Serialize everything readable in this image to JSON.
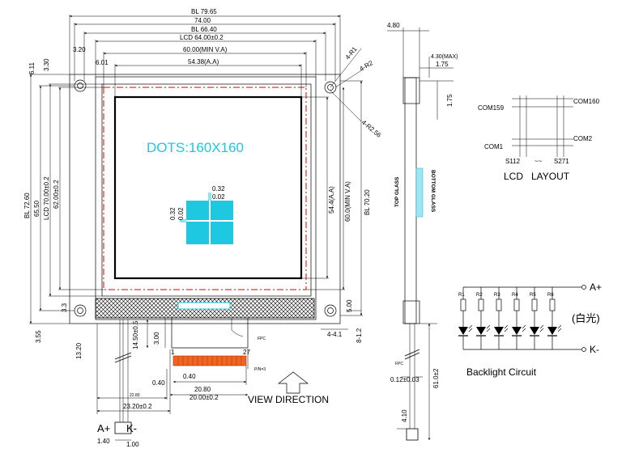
{
  "front": {
    "dims_top": [
      "BL 79.65",
      "74.00",
      "BL 66.40",
      "LCD 64.00±0.2",
      "60.00(MIN V.A)",
      "54.38(A.A)",
      "3.20",
      "6.01"
    ],
    "dims_left": [
      "6.11",
      "3.30",
      "BL 72.60",
      "65.50",
      "LCD 70.00±0.2",
      "62.00±0.2",
      "3.3",
      "3.55",
      "13.20"
    ],
    "dims_right": [
      "54.4(A.A)",
      "60.0(MIN V.A)",
      "BL 70.20",
      "5.00",
      "8-1.2",
      "4-4.1"
    ],
    "radius_notes": [
      "4-R1",
      "4-R2",
      "4-R2.56"
    ],
    "dots_label": "DOTS:160X160",
    "pixel_dims": [
      "0.32",
      "0.02",
      "0.32",
      "0.02"
    ],
    "bottom_dims": [
      "14.50±0.5",
      "3.00",
      "1",
      "27",
      "0.40",
      "0.40",
      "20.80",
      "20.00±0.2",
      "22.80",
      "23.20±0.2",
      "1.40",
      "1.00"
    ],
    "fpc_label": "FPC",
    "pin_label": "P/N=3",
    "view_direction": "VIEW DIRECTION",
    "backlight_pins": [
      "A+",
      "K-"
    ]
  },
  "side": {
    "dims": [
      "4.80",
      "4.30(MAX)",
      "1.75",
      "1.75",
      "61.0±2",
      "0.12±0.03",
      "4.10"
    ],
    "top_glass": "TOP GLASS",
    "bottom_glass": "BOTTOM GLASS",
    "fpc_label": "FPC"
  },
  "layout": {
    "com159": "COM159",
    "com160": "COM160",
    "com2": "COM2",
    "com1": "COM1",
    "seg_start": "S112",
    "seg_mid": "~~",
    "seg_end": "S271",
    "title": "LCD   LAYOUT"
  },
  "backlight": {
    "resistors": [
      "R1",
      "R2",
      "R3",
      "R4",
      "R5",
      "R6"
    ],
    "anode": "A+",
    "cathode": "K-",
    "note": "(白光)",
    "title": "Backlight Circuit"
  }
}
